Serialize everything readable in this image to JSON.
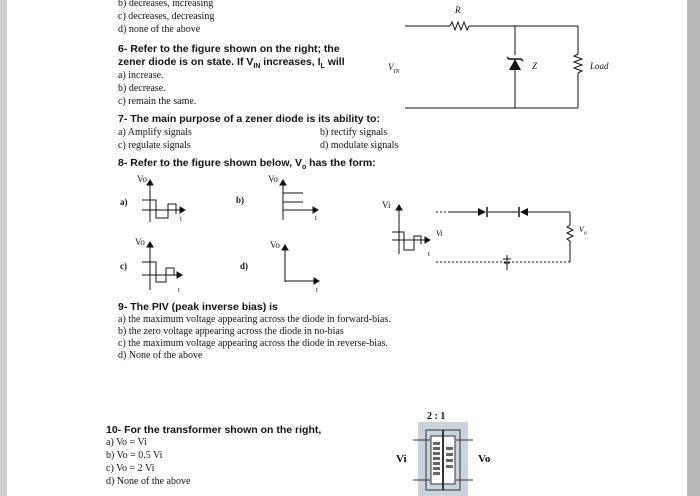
{
  "q5_tail": {
    "opt_b": "b) decreases, increasing",
    "opt_c": "c) decreases, decreasing",
    "opt_d": "d) none of the above"
  },
  "q6": {
    "line1": "6- Refer to the figure shown on the right; the",
    "line2": "zener diode is on state. If V",
    "line2_sub": "IN",
    "line2_mid": " increases, I",
    "line2_sub2": "L",
    "line2_end": " will",
    "opt_a": "a) increase.",
    "opt_b": "b) decrease.",
    "opt_c": "c) remain the same.",
    "fig": {
      "R": "R",
      "Z": "Z",
      "load": "Load",
      "vin": "V",
      "vin_sub": "IN"
    }
  },
  "q7": {
    "text": "7- The main purpose of a zener diode is its ability to:",
    "opt_a": "a) Amplify signals",
    "opt_b": "b) rectify signals",
    "opt_c": "c) regulate signals",
    "opt_d": "d) modulate signals"
  },
  "q8": {
    "text_pre": "8- Refer to the figure shown below, V",
    "text_sub": "o",
    "text_post": " has the form:",
    "vo": "Vo",
    "t": "t",
    "opt_a": "a)",
    "opt_b": "b)",
    "opt_c": "c)",
    "opt_d": "d)",
    "vi": "Vi",
    "vo_fig": "V",
    "vo_fig_sub": "o"
  },
  "q9": {
    "text": "9- The PIV (peak inverse bias) is",
    "opt_a": "a) the maximum voltage appearing across the diode in forward-bias.",
    "opt_b": "b) the zero voltage appearing across the diode in no-bias",
    "opt_c": "c) the maximum voltage appearing across the diode in reverse-bias.",
    "opt_d": "d) None of the above"
  },
  "q10": {
    "text": "10- For the transformer shown on the right,",
    "opt_a": "a) Vo = Vi",
    "opt_b": "b) Vo = 0.5 Vi",
    "opt_c": "c) Vo = 2 Vi",
    "opt_d": "d) None of the above",
    "ratio": "2 : 1",
    "vi": "Vi",
    "vo": "Vo"
  }
}
